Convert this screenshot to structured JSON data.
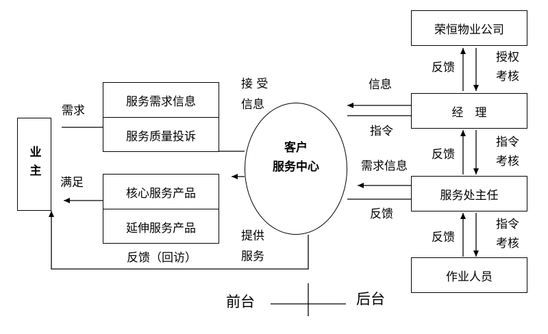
{
  "owner": "业主",
  "demand_label": "需求",
  "satisfy_label": "满足",
  "request_box": [
    "服务需求信息",
    "服务质量投诉"
  ],
  "product_box": [
    "核心服务产品",
    "延伸服务产品"
  ],
  "center_lines": [
    "客户",
    "服务中心"
  ],
  "receive_info": [
    "接 受",
    "信息"
  ],
  "provide_service": [
    "提供",
    "服务"
  ],
  "feedback_visit": "反馈（回访）",
  "company": "荣恒物业公司",
  "manager": "经　理",
  "director": "服务处主任",
  "staff": "作业人员",
  "flow_labels": {
    "info": "信息",
    "command": "指令",
    "demand_info": "需求信息",
    "feedback": "反馈"
  },
  "vertical_labels": {
    "feedback": "反馈",
    "authorize": "授权",
    "assess": "考核",
    "command": "指令"
  },
  "legend": {
    "front": "前台",
    "back": "后台"
  }
}
